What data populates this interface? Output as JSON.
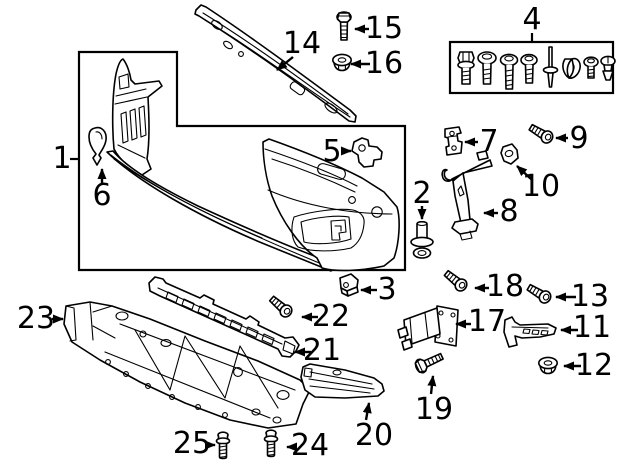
{
  "diagram": {
    "colors": {
      "line": "#000000",
      "background": "#ffffff"
    },
    "callouts": {
      "1": "1",
      "2": "2",
      "3": "3",
      "4": "4",
      "5": "5",
      "6": "6",
      "7": "7",
      "8": "8",
      "9": "9",
      "10": "10",
      "11": "11",
      "12": "12",
      "13": "13",
      "14": "14",
      "15": "15",
      "16": "16",
      "17": "17",
      "18": "18",
      "19": "19",
      "20": "20",
      "21": "21",
      "22": "22",
      "23": "23",
      "24": "24",
      "25": "25"
    }
  }
}
